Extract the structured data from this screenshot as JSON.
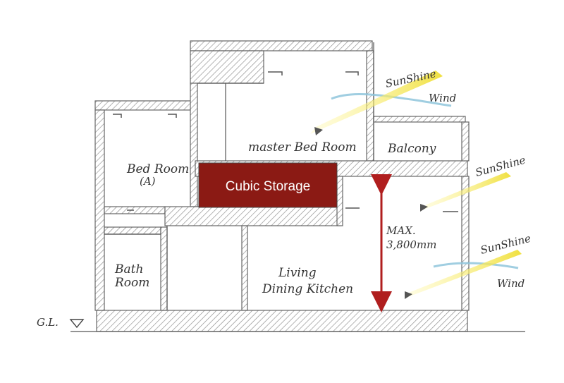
{
  "diagram": {
    "rooms": {
      "master_bedroom": "master Bed Room",
      "balcony": "Balcony",
      "bedroom_a_line1": "Bed Room",
      "bedroom_a_line2": "(A)",
      "bath_line1": "Bath",
      "bath_line2": "Room",
      "living_line1": "Living",
      "living_line2": "Dining Kitchen"
    },
    "storage": {
      "label": "Cubic Storage",
      "color": "#8b1a14"
    },
    "height": {
      "line1": "MAX.",
      "line2": "3,800mm",
      "color": "#b01e1e"
    },
    "ground_level": "G.L.",
    "weather": {
      "top_sunshine": "SunShine",
      "top_wind": "Wind",
      "mid_sunshine": "SunShine",
      "low_sunshine": "SunShine",
      "low_wind": "Wind",
      "sun_color": "#f0e040",
      "wind_color": "#8fc6dc"
    }
  }
}
